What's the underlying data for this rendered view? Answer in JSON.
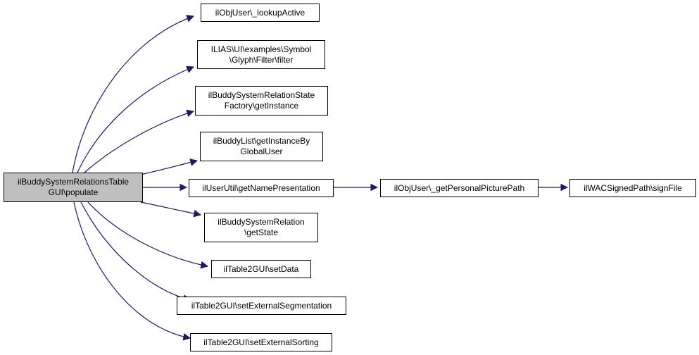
{
  "root": {
    "line1": "ilBuddySystemRelationsTable",
    "line2": "GUI\\populate"
  },
  "nodes": {
    "lookupActive": {
      "line1": "ilObjUser\\_lookupActive"
    },
    "filter": {
      "line1": "ILIAS\\UI\\examples\\Symbol",
      "line2": "\\Glyph\\Filter\\filter"
    },
    "stateFactory": {
      "line1": "ilBuddySystemRelationState",
      "line2": "Factory\\getInstance"
    },
    "buddyList": {
      "line1": "ilBuddyList\\getInstanceBy",
      "line2": "GlobalUser"
    },
    "namePresentation": {
      "line1": "ilUserUtil\\getNamePresentation"
    },
    "getState": {
      "line1": "ilBuddySystemRelation",
      "line2": "\\getState"
    },
    "setData": {
      "line1": "ilTable2GUI\\setData"
    },
    "extSegmentation": {
      "line1": "ilTable2GUI\\setExternalSegmentation"
    },
    "extSorting": {
      "line1": "ilTable2GUI\\setExternalSorting"
    },
    "pictureTarget": {
      "line1": "ilObjUser\\_getPersonalPicturePath"
    },
    "signFile": {
      "line1": "ilWACSignedPath\\signFile"
    }
  },
  "colors": {
    "edge": "#191970",
    "root_fill": "#bfbfbf",
    "node_fill": "#ffffff",
    "border": "#000000"
  }
}
